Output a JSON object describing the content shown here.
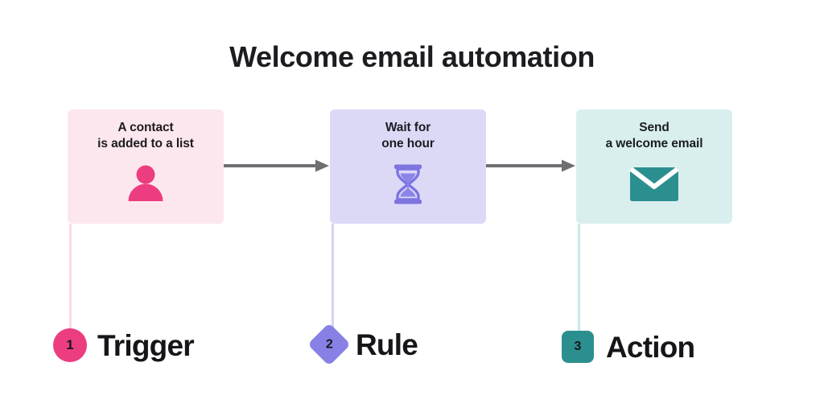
{
  "diagram": {
    "title": "Welcome email automation",
    "colors": {
      "trigger_accent": "#EC3D80",
      "trigger_surface": "#FDE7EE",
      "rule_accent": "#8781E6",
      "rule_surface": "#DCD9F7",
      "action_accent": "#2C8F8F",
      "action_surface": "#D8EFEE",
      "arrow": "#6E6E73",
      "text": "#16161A"
    },
    "steps": [
      {
        "text": "A contact\nis added to a list",
        "icon": "person-icon",
        "badge_number": "1",
        "badge_shape": "circle",
        "legend_label": "Trigger"
      },
      {
        "text": "Wait for\none hour",
        "icon": "hourglass-icon",
        "badge_number": "2",
        "badge_shape": "diamond",
        "legend_label": "Rule"
      },
      {
        "text": "Send\na welcome email",
        "icon": "envelope-icon",
        "badge_number": "3",
        "badge_shape": "rounded-square",
        "legend_label": "Action"
      }
    ],
    "connectors": [
      {
        "from": "step-1",
        "to": "step-2",
        "style": "arrow-right"
      },
      {
        "from": "step-2",
        "to": "step-3",
        "style": "arrow-right"
      }
    ]
  }
}
